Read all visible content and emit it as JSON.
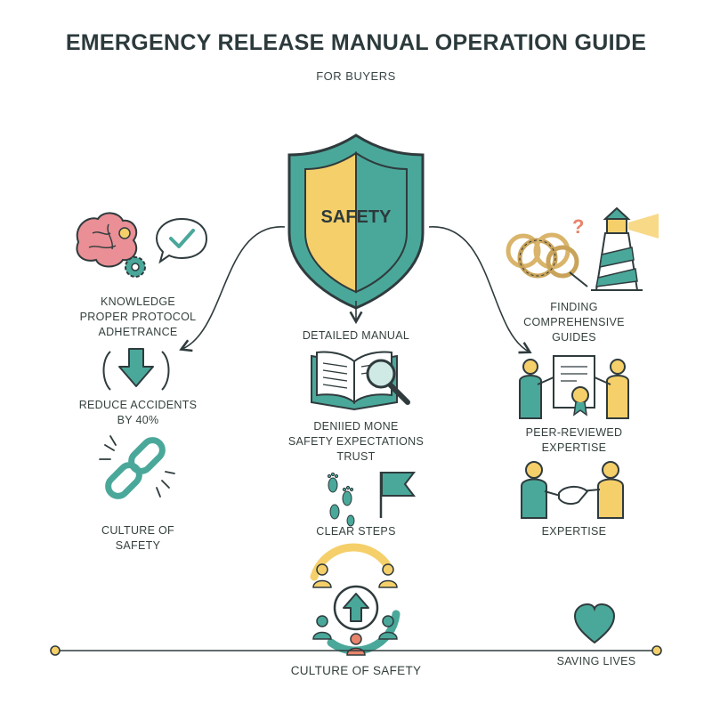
{
  "title": "EMERGENCY RELEASE MANUAL OPERATION GUIDE",
  "subtitle": "FOR BUYERS",
  "shield_label": "SAFETY",
  "left": {
    "knowledge_lines": [
      "KNOWLEDGE",
      "PROPER PROTOCOL",
      "ADHETRANCE"
    ],
    "reduce_lines": [
      "REDUCE ACCIDENTS",
      "BY 40%"
    ],
    "culture_lines": [
      "CULTURE OF",
      "SAFETY"
    ]
  },
  "center": {
    "manual_label": "DETAILED MANUAL",
    "trust_lines": [
      "DENIIED MONE",
      "SAFETY EXPECTATIONS",
      "TRUST"
    ],
    "steps_label": "CLEAR STEPS"
  },
  "right": {
    "finding_lines": [
      "FINDING",
      "COMPREHENSIVE",
      "GUIDES"
    ],
    "peer_lines": [
      "PEER-REVIEWED",
      "EXPERTISE"
    ],
    "expertise_label": "EXPERTISE"
  },
  "bottom": {
    "culture_label": "CULTURE OF SAFETY",
    "saving_label": "SAVING LIVES"
  },
  "colors": {
    "teal": "#4aa89a",
    "yellow": "#f5cf6a",
    "outline": "#2f3b3d",
    "coral": "#e8836c",
    "pink": "#e98f95"
  }
}
